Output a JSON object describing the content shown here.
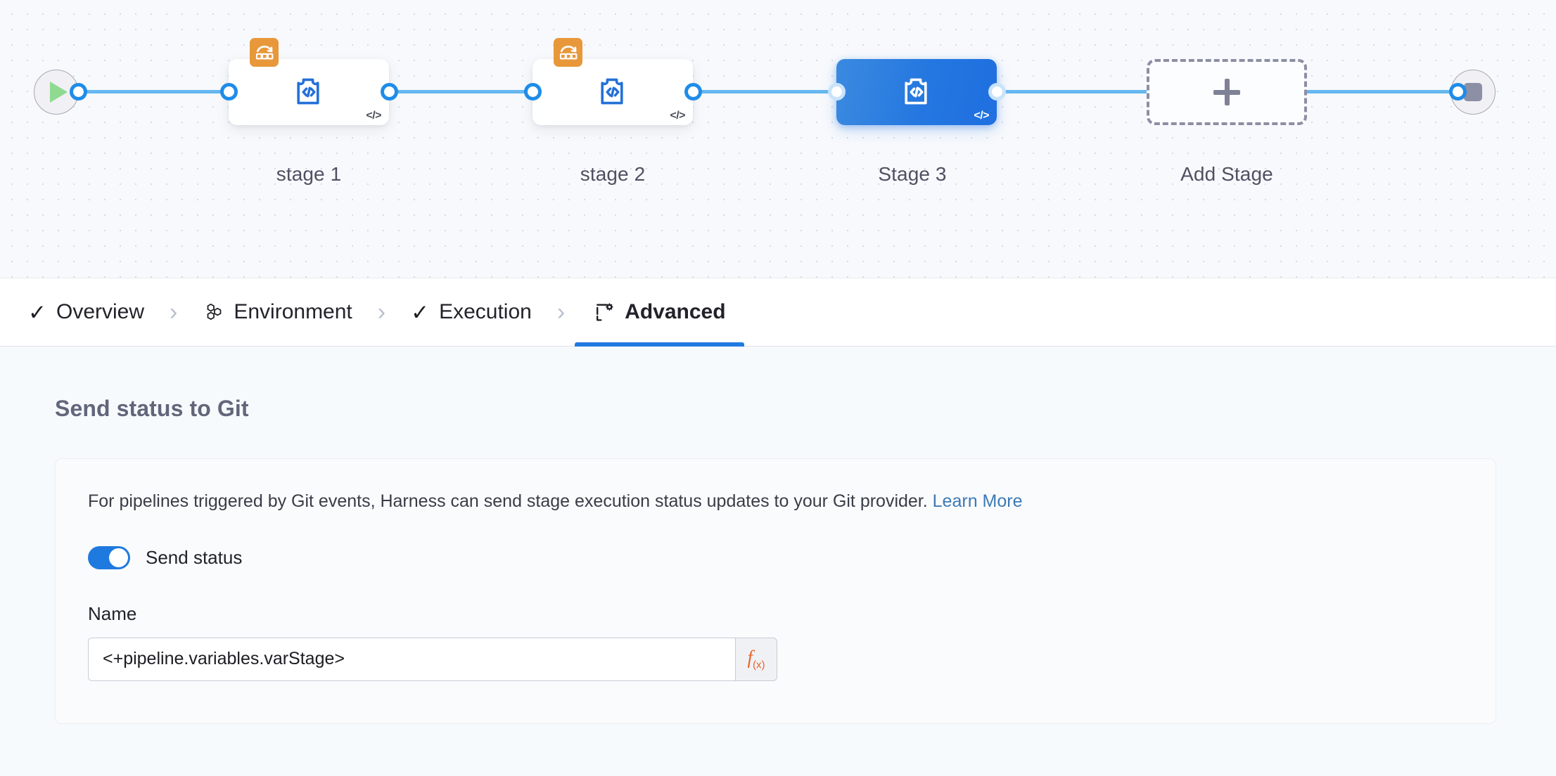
{
  "canvas": {
    "start_node": {
      "icon": "play-icon",
      "label": ""
    },
    "end_node": {
      "icon": "stop-icon",
      "label": ""
    },
    "stages": [
      {
        "label": "stage 1",
        "icon": "custom-stage-puzzle-icon",
        "code_badge": "</>",
        "has_matrix_badge": true,
        "matrix_icon": "looping-strategy-icon",
        "selected": false
      },
      {
        "label": "stage 2",
        "icon": "custom-stage-puzzle-icon",
        "code_badge": "</>",
        "has_matrix_badge": true,
        "matrix_icon": "looping-strategy-icon",
        "selected": false
      },
      {
        "label": "Stage 3",
        "icon": "custom-stage-puzzle-icon",
        "code_badge": "</>",
        "has_matrix_badge": false,
        "matrix_icon": "",
        "selected": true
      }
    ],
    "add_stage": {
      "label": "Add Stage",
      "icon": "plus-icon"
    },
    "colors": {
      "wire": "#66b7f0",
      "port_ring": "#1f8ce8",
      "selected_stage": "#2477e0",
      "matrix_badge": "#e8983a",
      "play": "#8fda90",
      "stop": "#8d8fa4"
    }
  },
  "tabs": [
    {
      "label": "Overview",
      "icon": "check-icon",
      "active": false,
      "completed": true
    },
    {
      "label": "Environment",
      "icon": "hexagons-icon",
      "active": false,
      "completed": false
    },
    {
      "label": "Execution",
      "icon": "check-icon",
      "active": false,
      "completed": true
    },
    {
      "label": "Advanced",
      "icon": "advanced-gear-icon",
      "active": true,
      "completed": false
    }
  ],
  "tab_separator": "›",
  "check_glyph": "✓",
  "content": {
    "section_title": "Send status to Git",
    "description_text": "For pipelines triggered by Git events, Harness can send stage execution status updates to your Git provider.",
    "learn_more_label": "Learn More",
    "send_status_toggle": {
      "label": "Send status",
      "enabled": true
    },
    "name_field": {
      "label": "Name",
      "value": "<+pipeline.variables.varStage>",
      "placeholder": "",
      "expression_button": {
        "icon": "fx-icon",
        "text": "f",
        "subscript": "(x)"
      }
    }
  }
}
